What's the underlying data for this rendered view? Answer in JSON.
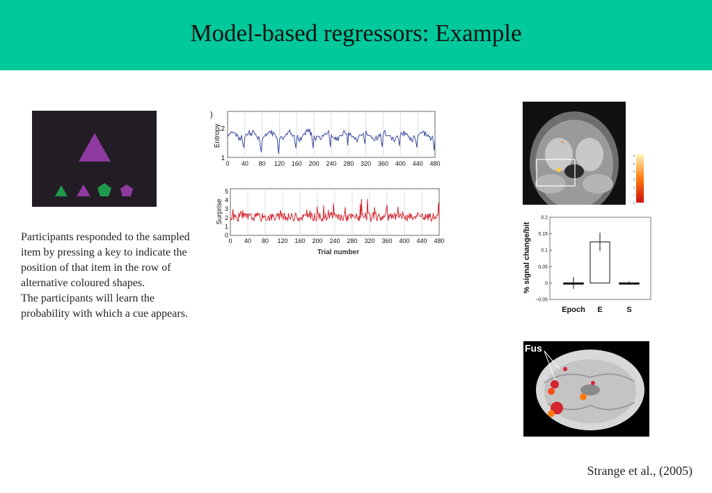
{
  "slide": {
    "title": "Model-based regressors: Example",
    "paragraph1": "Participants responded to the sampled item by pressing a key to indicate the position of that item in the row of alternative coloured shapes.",
    "paragraph2": "The participants will learn the probability with which a cue appears.",
    "citation": "Strange et al., (2005)"
  },
  "stimulus": {
    "background": "#221d24",
    "target_color": "#8f3aa0",
    "shapes": [
      {
        "shape": "triangle",
        "color": "#1e9a4c"
      },
      {
        "shape": "triangle",
        "color": "#8f3aa0"
      },
      {
        "shape": "pentagon",
        "color": "#1e9a4c"
      },
      {
        "shape": "pentagon",
        "color": "#8f3aa0"
      }
    ]
  },
  "entropy_plot": {
    "ylabel": "Entropy",
    "yticks": [
      "1",
      "2"
    ],
    "xticks": [
      "0",
      "40",
      "80",
      "120",
      "160",
      "200",
      "240",
      "280",
      "320",
      "360",
      "400",
      "440",
      "480"
    ],
    "color": "#3a4aa0"
  },
  "surprise_plot": {
    "ylabel": "Surprise",
    "yticks": [
      "0",
      "1",
      "2",
      "3",
      "4",
      "5"
    ],
    "xticks": [
      "0",
      "40",
      "80",
      "120",
      "160",
      "200",
      "240",
      "280",
      "320",
      "360",
      "400",
      "440",
      "480"
    ],
    "xlabel": "Trial number",
    "color": "#d4252e"
  },
  "colorbar_ticks": [
    "6",
    "5",
    "4",
    "3",
    "2",
    "1",
    "0"
  ],
  "chart_data": {
    "type": "bar",
    "categories": [
      "Epoch",
      "E",
      "S"
    ],
    "values": [
      0,
      0.125,
      0
    ],
    "errors": [
      0.018,
      0.028,
      0.005
    ],
    "ylabel": "% signal change/bit",
    "ylim": [
      -0.05,
      0.2
    ],
    "yticks": [
      "−0.05",
      "0",
      "0.05",
      "0.1",
      "0.15",
      "0.2"
    ],
    "grid": false
  },
  "brain_label": "Fus"
}
